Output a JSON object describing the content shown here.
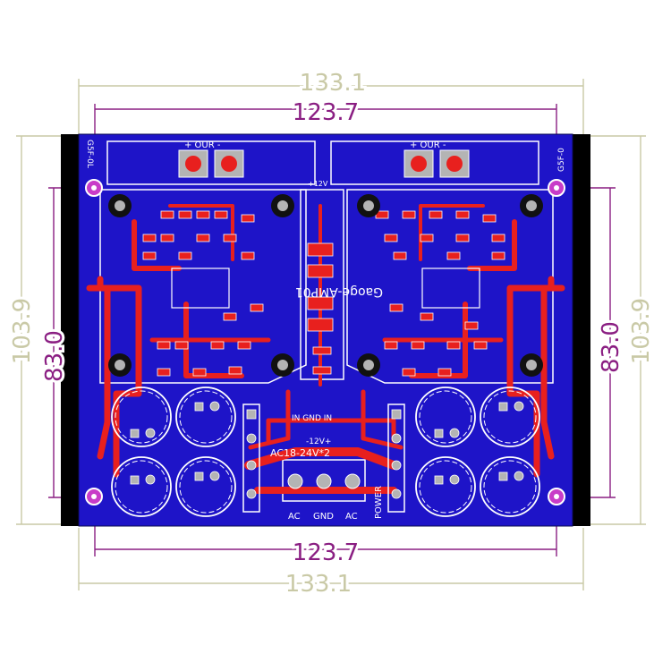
{
  "dimensions": {
    "outer_width": "133.1",
    "inner_width": "123.7",
    "outer_height": "103.9",
    "inner_height": "83.0"
  },
  "board": {
    "model_label": "Gaoge-AMP01",
    "left_input_label": "+ OUR -",
    "right_input_label": "+ OUR -",
    "left_side_code": "G5F-0L",
    "right_side_code": "G5F-0",
    "top_voltage_label": "+12V",
    "mid_connector_label": "IN GND IN",
    "mid_voltage_label": "-12V+",
    "ac_spec_label": "AC18-24V*2",
    "ac_left_label": "AC",
    "ac_gnd_label": "GND",
    "ac_right_label": "AC",
    "power_label": "POWER"
  },
  "colors": {
    "board_blue": "#1e14c8",
    "copper_red": "#e8201e",
    "silk": "#ffffff",
    "dim_inner": "#8a1e82",
    "dim_outer": "#c9c9a6",
    "pad_gray": "#b4b4b4",
    "hole_magenta": "#c83cc8"
  }
}
